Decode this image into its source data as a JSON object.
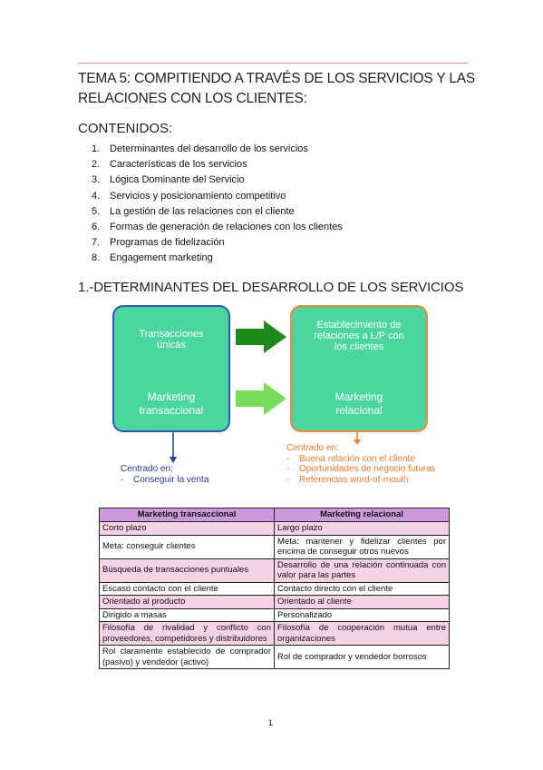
{
  "title": "TEMA 5: COMPITIENDO A TRAVÉS DE LOS SERVICIOS Y LAS RELACIONES CON LOS CLIENTES:",
  "contents_heading": "CONTENIDOS:",
  "toc": [
    {
      "num": "1.",
      "text": "Determinantes del desarrollo de los servicios"
    },
    {
      "num": "2.",
      "text": "Características de los servicios"
    },
    {
      "num": "3.",
      "text": "Lógica Dominante del Servicio"
    },
    {
      "num": "4.",
      "text": "Servicios y posicionamiento competitivo"
    },
    {
      "num": "5.",
      "text": "La gestión de las relaciones con el cliente"
    },
    {
      "num": "6.",
      "text": "Formas de generación de relaciones con los clientes"
    },
    {
      "num": "7.",
      "text": "Programas de fidelización"
    },
    {
      "num": "8.",
      "text": "Engagement marketing"
    }
  ],
  "section1_heading": "1.-DETERMINANTES DEL DESARROLLO DE LOS SERVICIOS",
  "diagram": {
    "left_box": {
      "upper_1": "Transacciones",
      "upper_2": "únicas",
      "lower_1": "Marketing",
      "lower_2": "transaccional"
    },
    "right_box": {
      "upper_1": "Establecimiento de",
      "upper_2": "relaciones a L/P con",
      "upper_3": "los clientes",
      "lower_1": "Marketing",
      "lower_2": "relacional"
    },
    "left_note": {
      "head": "Centrado en:",
      "items": [
        "Conseguir la venta"
      ]
    },
    "right_note": {
      "head": "Centrado en:",
      "items": [
        "Buena relación con el cliente",
        "Oportunidades de negocio futuras",
        "Referencias word-of-mouth"
      ]
    },
    "colors": {
      "box_fill": "#4bd69f",
      "left_border": "#2d57b3",
      "right_border": "#f08b3c",
      "arrow_dark": "#1d8a1d",
      "arrow_light": "#77dd5a"
    }
  },
  "table": {
    "headers": [
      "Marketing transaccional",
      "Marketing relacional"
    ],
    "rows": [
      [
        "Corto plazo",
        "Largo plazo"
      ],
      [
        "Meta: conseguir clientes",
        "Meta: mantener y fidelizar clientes por encima de conseguir otros nuevos"
      ],
      [
        "Búsqueda de transacciones puntuales",
        "Desarrollo de una relación continuada con valor para las partes"
      ],
      [
        "Escaso contacto con el cliente",
        "Contacto directo con el cliente"
      ],
      [
        "Orientado al producto",
        "Orientado al cliente"
      ],
      [
        "Dirigido a masas",
        "Personalizado"
      ],
      [
        "Filosofía de rivalidad y conflicto con proveedores, competidores y distribuidores",
        "Filosofía de cooperación mutua entre organizaciones"
      ],
      [
        "Rol claramente establecido de comprador (pasivo) y vendedor (activo)",
        "Rol de comprador y vendedor borrosos"
      ]
    ],
    "header_color": "#cc99dd",
    "pink_color": "#f6d3e4"
  },
  "page_number": "1"
}
